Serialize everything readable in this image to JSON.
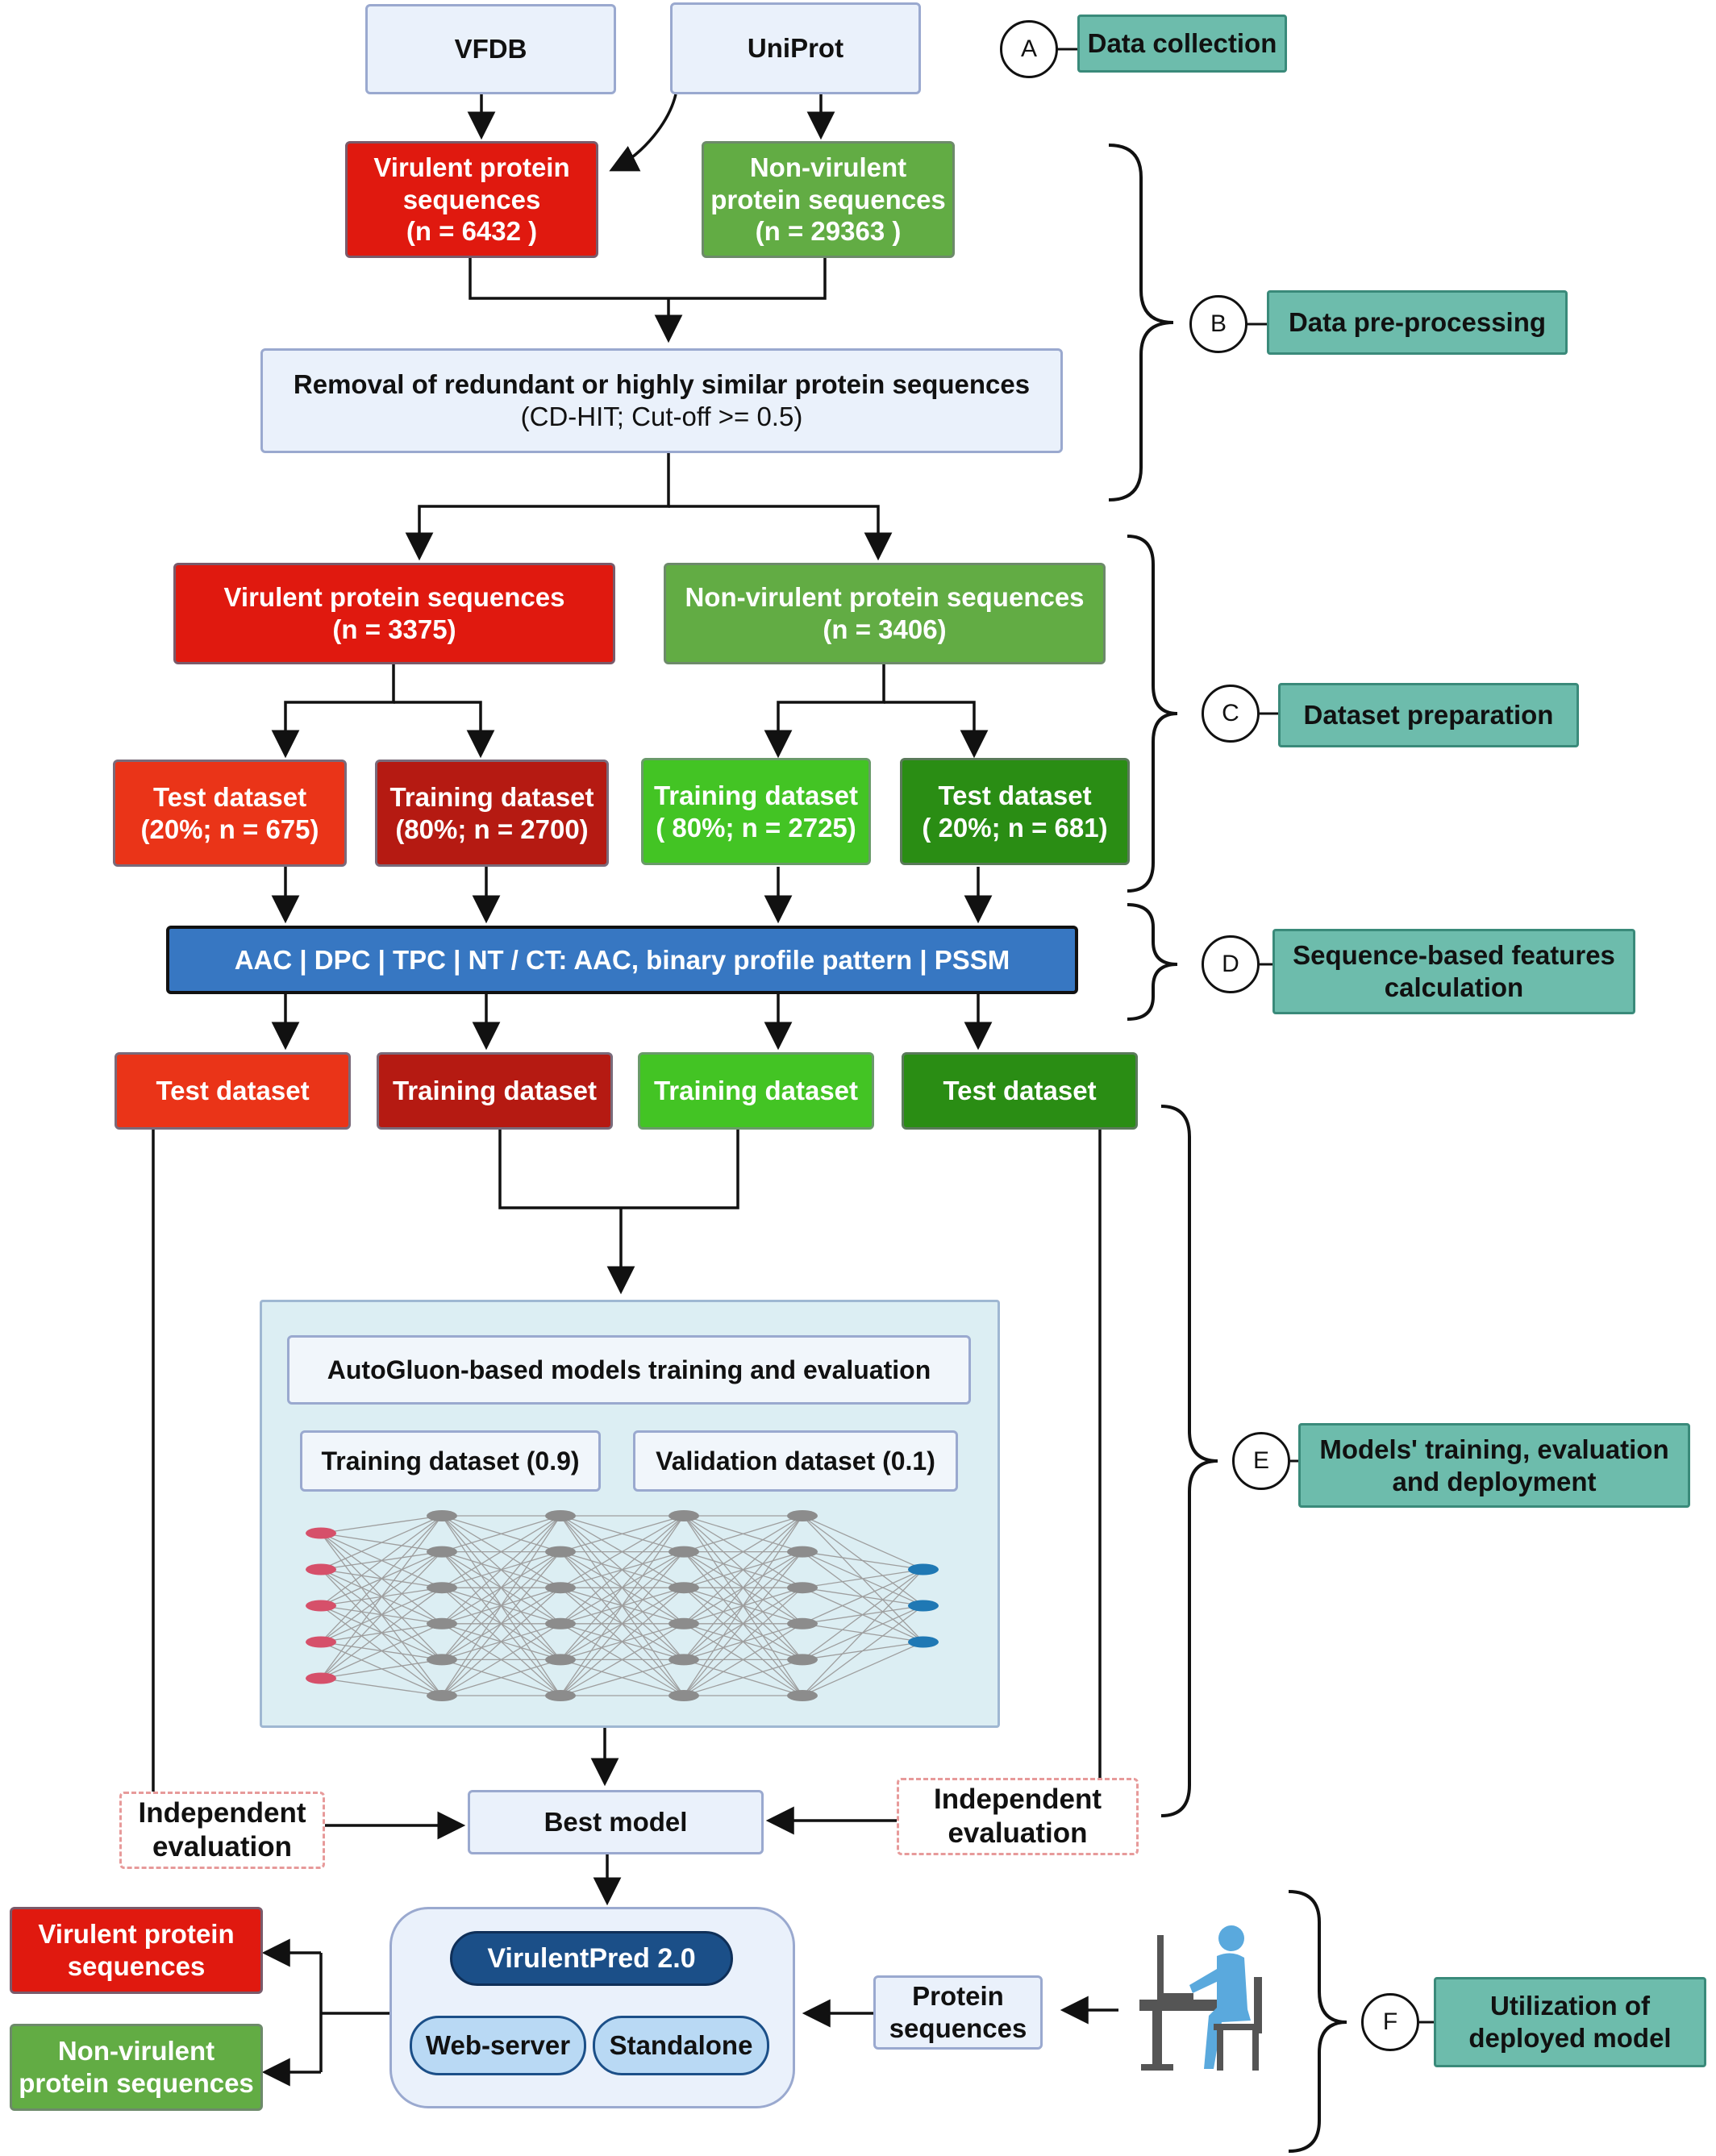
{
  "sources": {
    "vfdb": "VFDB",
    "uniprot": "UniProt"
  },
  "preprocess": {
    "virulent": [
      "Virulent protein",
      "sequences",
      "(n = 6432 )"
    ],
    "nonvirulent": [
      "Non-virulent",
      "protein sequences",
      "(n = 29363 )"
    ],
    "removal_title": "Removal of redundant or highly similar protein sequences",
    "removal_sub": "(CD-HIT; Cut-off >= 0.5)"
  },
  "preparation": {
    "virulent": [
      "Virulent protein sequences",
      "(n = 3375)"
    ],
    "nonvirulent": [
      "Non-virulent protein sequences",
      "(n = 3406)"
    ],
    "v_test": [
      "Test dataset",
      "(20%; n = 675)"
    ],
    "v_train": [
      "Training dataset",
      "(80%; n = 2700)"
    ],
    "nv_train": [
      "Training dataset",
      "( 80%; n = 2725)"
    ],
    "nv_test": [
      "Test dataset",
      "( 20%; n = 681)"
    ]
  },
  "features": "AAC | DPC | TPC | NT / CT: AAC, binary profile pattern | PSSM",
  "datasets": {
    "test_v": "Test dataset",
    "train_v": "Training dataset",
    "train_nv": "Training dataset",
    "test_nv": "Test dataset"
  },
  "training": {
    "title": "AutoGluon-based models training and evaluation",
    "train_split": "Training dataset (0.9)",
    "val_split": "Validation dataset (0.1)"
  },
  "evaluation": {
    "left": [
      "Independent",
      "evaluation"
    ],
    "right": [
      "Independent",
      "evaluation"
    ],
    "best_model": "Best model"
  },
  "deployment": {
    "tool": "VirulentPred 2.0",
    "web": "Web-server",
    "standalone": "Standalone",
    "input": [
      "Protein",
      "sequences"
    ],
    "out_virulent": [
      "Virulent protein",
      "sequences"
    ],
    "out_nonvirulent": [
      "Non-virulent",
      "protein sequences"
    ]
  },
  "stages": [
    {
      "letter": "A",
      "label": [
        "Data collection"
      ]
    },
    {
      "letter": "B",
      "label": [
        "Data pre-processing"
      ]
    },
    {
      "letter": "C",
      "label": [
        "Dataset preparation"
      ]
    },
    {
      "letter": "D",
      "label": [
        "Sequence-based features",
        "calculation"
      ]
    },
    {
      "letter": "E",
      "label": [
        "Models' training, evaluation",
        "and deployment"
      ]
    },
    {
      "letter": "F",
      "label": [
        "Utilization of",
        "deployed model"
      ]
    }
  ],
  "network": {
    "layers": [
      5,
      6,
      6,
      6,
      6,
      3
    ],
    "colors": {
      "input": "#d6506a",
      "hidden": "#8c8c8c",
      "output": "#1f78b4",
      "edge": "#9e9e9e"
    }
  },
  "colors": {
    "virulent": "#e0190f",
    "nonvirulent": "#62ac44",
    "features": "#3777c2",
    "stage": "#6dbcac",
    "tool": "#1b4f88"
  },
  "icons": {
    "user": "person-at-computer-icon"
  }
}
